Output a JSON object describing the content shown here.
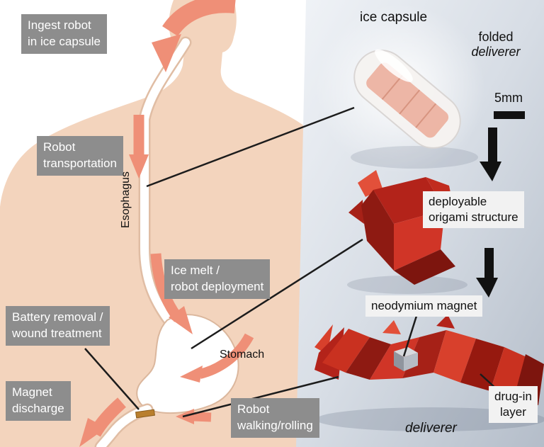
{
  "figure": {
    "left_labels": {
      "ingest": {
        "line1": "Ingest robot",
        "line2": "in ice capsule"
      },
      "transport": {
        "line1": "Robot",
        "line2": "transportation"
      },
      "esophagus": "Esophagus",
      "ice_melt": {
        "line1": "Ice melt /",
        "line2": "robot deployment"
      },
      "battery": {
        "line1": "Battery removal /",
        "line2": "wound treatment"
      },
      "magnet_discharge": {
        "line1": "Magnet",
        "line2": "discharge"
      },
      "stomach": "Stomach",
      "walking": {
        "line1": "Robot",
        "line2": "walking/rolling"
      }
    },
    "right_labels": {
      "ice_capsule": "ice capsule",
      "folded_line1": "folded",
      "folded_line2": "deliverer",
      "scale": "5mm",
      "deployable_line1": "deployable",
      "deployable_line2": "origami structure",
      "neodymium": "neodymium magnet",
      "drug_in_line1": "drug-in",
      "drug_in_line2": "layer",
      "deliverer": "deliverer"
    },
    "colors": {
      "body_skin": "#f3d4bd",
      "arrow_salmon": "#ef8f77",
      "origami_red": "#d03527",
      "label_gray_bg": "#8d8d8d",
      "label_white_bg": "#f2f2f2",
      "right_bg_top": "#eef1f5",
      "right_bg_bottom": "#b4bdc9",
      "magnet_gray": "#b6bcc4",
      "robot_capsule_orange": "#b97f2e"
    }
  }
}
